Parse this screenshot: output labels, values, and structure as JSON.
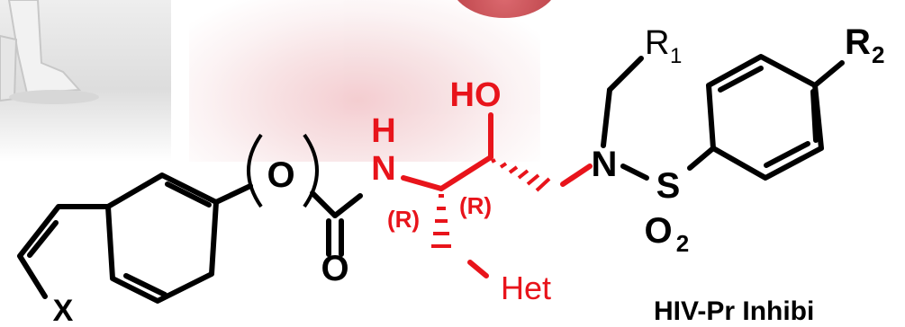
{
  "colors": {
    "black": "#000000",
    "red": "#e8141b"
  },
  "atoms": {
    "x": "X",
    "o_ether": "O",
    "o_carbonyl": "O",
    "h_amine": "H",
    "n_amine": "N",
    "r_label_1": "(R)",
    "r_label_2": "(R)",
    "ho": "HO",
    "het": "Het",
    "n_sulfonamide": "N",
    "s": "S",
    "o2_o": "O",
    "o2_sub": "2",
    "r1_r": "R",
    "r1_sub": "1",
    "r2_r": "R",
    "r2_sub": "2"
  },
  "caption": "HIV-Pr Inhibi"
}
